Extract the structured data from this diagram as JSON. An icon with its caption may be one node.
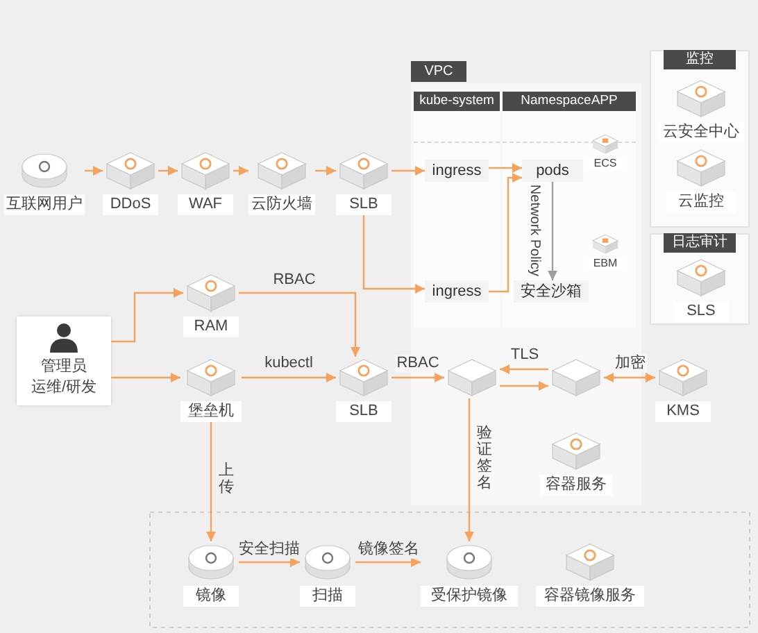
{
  "diagram": {
    "nodes": [
      {
        "text": [
          "VPC"
        ]
      },
      {
        "text": [
          "kube-system"
        ],
        "in": 0
      },
      {
        "text": [
          "NamespaceAPP"
        ],
        "in": 0
      },
      {
        "text": [
          "监控"
        ]
      },
      {
        "text": [
          "云安全中心"
        ],
        "in": 3
      },
      {
        "text": [
          "云监控"
        ],
        "in": 3
      },
      {
        "text": [
          "互联网用户"
        ]
      },
      {
        "text": [
          "DDoS"
        ]
      },
      {
        "text": [
          "WAF"
        ]
      },
      {
        "text": [
          "云防火墙"
        ]
      },
      {
        "text": [
          "SLB"
        ]
      },
      {
        "text": [
          "ingress"
        ],
        "in": 1
      },
      {
        "text": [
          "pods"
        ],
        "in": 2
      },
      {
        "text": [
          "ECS"
        ],
        "in": 2
      },
      {
        "text": [
          "EBM"
        ],
        "in": 2
      },
      {
        "text": [
          "日志审计"
        ]
      },
      {
        "text": [
          "SLS"
        ],
        "in": 15
      },
      {
        "text": [
          "ingress"
        ],
        "in": 1
      },
      {
        "text": [
          "安全沙箱"
        ],
        "in": 2
      },
      {
        "text": [
          "RAM"
        ]
      },
      {
        "text": [
          "管理员",
          "运维/研发"
        ]
      },
      {
        "text": [
          "堡垒机"
        ]
      },
      {
        "text": [
          "SLB"
        ]
      },
      {
        "text": [],
        "shape": "box",
        "in": 0
      },
      {
        "text": [],
        "shape": "box",
        "in": 0
      },
      {
        "text": [
          "KMS"
        ]
      },
      {
        "text": [
          "容器服务"
        ],
        "in": 0
      },
      {
        "text": [
          "镜像"
        ]
      },
      {
        "text": [
          "扫描"
        ]
      },
      {
        "text": [
          "受保护镜像"
        ]
      },
      {
        "text": [
          "容器镜像服务"
        ]
      }
    ],
    "edges": [
      {
        "from": 6,
        "to": 7,
        "arrow": "to"
      },
      {
        "from": 7,
        "to": 8,
        "arrow": "to"
      },
      {
        "from": 8,
        "to": 9,
        "arrow": "to"
      },
      {
        "from": 9,
        "to": 10,
        "arrow": "to"
      },
      {
        "from": 10,
        "to": 11,
        "arrow": "to"
      },
      {
        "from": 10,
        "to": 17,
        "arrow": "to"
      },
      {
        "from": 11,
        "to": 12,
        "arrow": "to"
      },
      {
        "from": 17,
        "to": 12,
        "arrow": "to"
      },
      {
        "from": 12,
        "to": 18,
        "arrow": "to",
        "label": "Network Policy",
        "color": "#9e9e9e"
      },
      {
        "from": 20,
        "to": 19,
        "arrow": "to"
      },
      {
        "from": 20,
        "to": 21,
        "arrow": "to"
      },
      {
        "from": 19,
        "to": 22,
        "arrow": "to",
        "label": "RBAC"
      },
      {
        "from": 21,
        "to": 22,
        "arrow": "to",
        "label": "kubectl"
      },
      {
        "from": 22,
        "to": 23,
        "arrow": "to",
        "label": "RBAC"
      },
      {
        "from": 24,
        "to": 23,
        "arrow": "to",
        "label": "TLS"
      },
      {
        "from": 23,
        "to": 24,
        "arrow": "to"
      },
      {
        "from": 24,
        "to": 25,
        "arrow": "both",
        "label": "加密"
      },
      {
        "from": 21,
        "to": 27,
        "arrow": "to",
        "label": "上传"
      },
      {
        "from": 23,
        "to": 29,
        "arrow": "to",
        "label": "验证签名"
      },
      {
        "from": 27,
        "to": 28,
        "arrow": "to",
        "label": "安全扫描"
      },
      {
        "from": 28,
        "to": 29,
        "arrow": "to",
        "label": "镜像签名"
      }
    ]
  }
}
